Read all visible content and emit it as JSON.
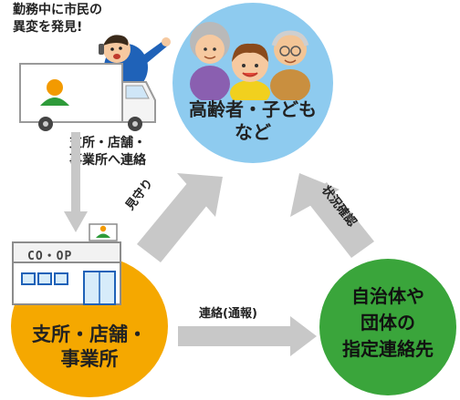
{
  "colors": {
    "blue_circle": "#8ecbef",
    "orange_circle": "#f5a800",
    "green_circle": "#3aa53b",
    "arrow_gray": "#c8c8c8",
    "truck_logo_green": "#2e9b3a",
    "truck_logo_orange": "#f39a00",
    "store_window": "#d7ecfa"
  },
  "caption_top": "勤務中に市民の\n異変を発見!",
  "truck_caption": "支所・店舗・\n事業所へ連絡",
  "nodes": {
    "elderly_children": "高齢者・子ども\nなど",
    "branch": "支所・店舗・\n事業所",
    "designated_contact": "自治体や\n団体の\n指定連絡先"
  },
  "store_sign": "CO・OP",
  "edges": {
    "watch": "見守り",
    "report": "連絡(通報)",
    "status_check": "状況確認"
  },
  "icons": [
    "worker-with-phone-icon",
    "delivery-truck-icon",
    "elderly-and-child-icon",
    "store-building-icon"
  ]
}
